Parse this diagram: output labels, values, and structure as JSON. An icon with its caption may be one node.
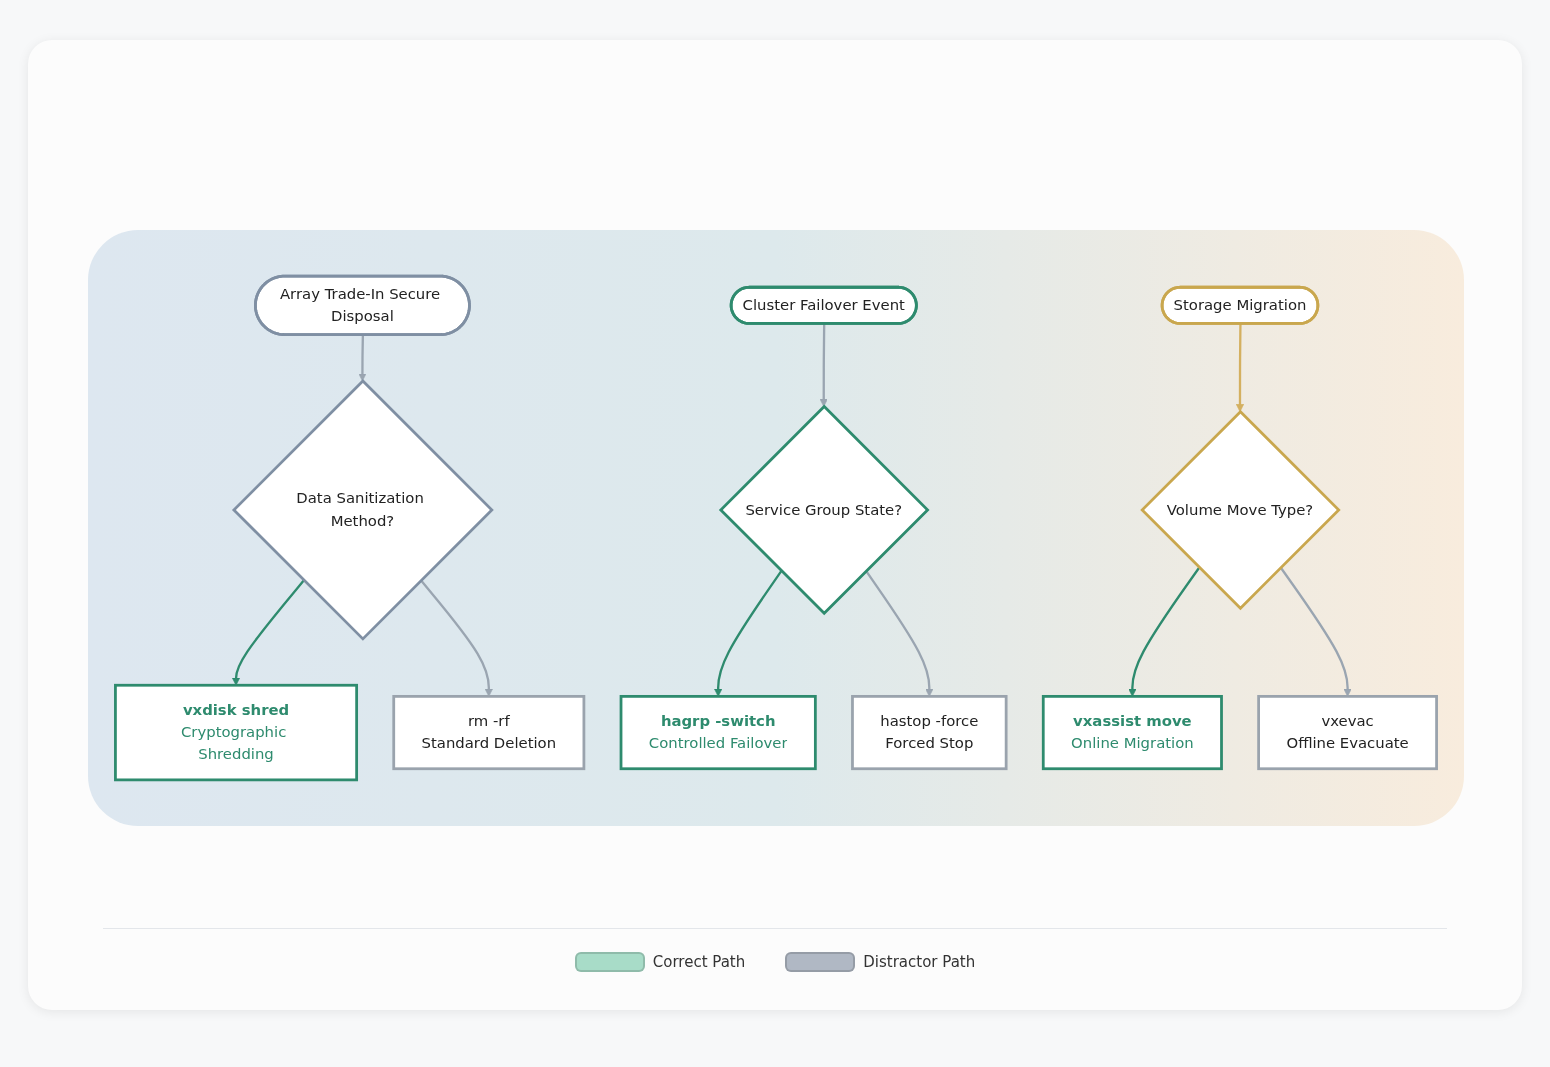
{
  "diagram": {
    "nodes": [
      {
        "text": [
          "Array Trade-In Secure Disposal"
        ]
      },
      {
        "text": [
          "Data Sanitization Method?"
        ]
      },
      {
        "text": [
          "vxdisk shred",
          "Cryptographic Shredding"
        ]
      },
      {
        "text": [
          "rm -rf",
          "Standard Deletion"
        ]
      },
      {
        "text": [
          "Cluster Failover Event"
        ]
      },
      {
        "text": [
          "Service Group State?"
        ]
      },
      {
        "text": [
          "hagrp -switch",
          "Controlled Failover"
        ]
      },
      {
        "text": [
          "hastop -force",
          "Forced Stop"
        ]
      },
      {
        "text": [
          "Storage Migration"
        ]
      },
      {
        "text": [
          "Volume Move Type?"
        ]
      },
      {
        "text": [
          "vxassist move",
          "Online Migration"
        ]
      },
      {
        "text": [
          "vxevac",
          "Offline Evacuate"
        ]
      }
    ],
    "edges": [
      {
        "from": 0,
        "to": 1,
        "arrow": "to"
      },
      {
        "from": 1,
        "to": 2,
        "arrow": "to",
        "color": "#2e8b6e"
      },
      {
        "from": 1,
        "to": 3,
        "arrow": "to"
      },
      {
        "from": 4,
        "to": 5,
        "arrow": "to"
      },
      {
        "from": 5,
        "to": 6,
        "arrow": "to",
        "color": "#2e8b6e"
      },
      {
        "from": 5,
        "to": 7,
        "arrow": "to"
      },
      {
        "from": 8,
        "to": 9,
        "arrow": "to",
        "color": "#d4b060"
      },
      {
        "from": 9,
        "to": 10,
        "arrow": "to",
        "color": "#2e8b6e"
      },
      {
        "from": 9,
        "to": 11,
        "arrow": "to"
      }
    ],
    "legend": [
      {
        "text": "Correct Path",
        "color": "#a8dcc8"
      },
      {
        "text": "Distractor Path",
        "color": "#b0b8c4"
      }
    ]
  }
}
